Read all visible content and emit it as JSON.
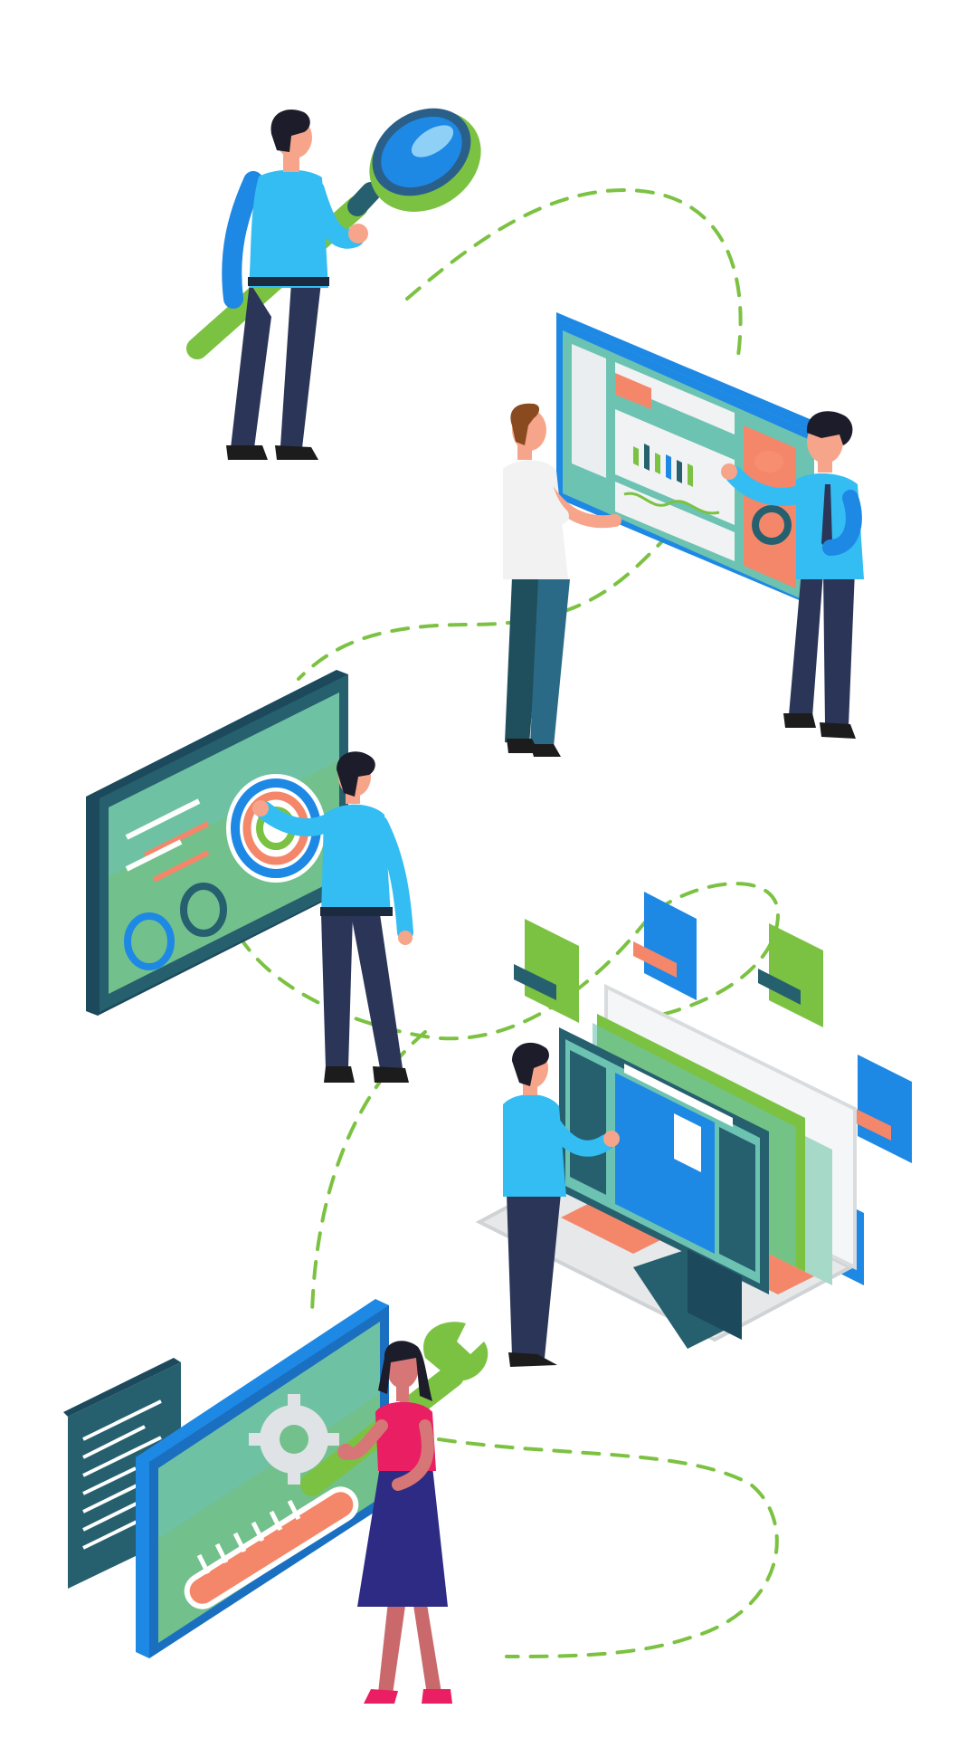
{
  "illustration": {
    "scenes": [
      {
        "name": "research-magnifier"
      },
      {
        "name": "dashboard-discussion"
      },
      {
        "name": "target-analytics"
      },
      {
        "name": "app-layout-design"
      },
      {
        "name": "settings-maintenance"
      }
    ],
    "path_style": "dashed-connector"
  },
  "colors": {
    "background": "#ffffff",
    "path": "#7cc242",
    "accent_green": "#7cc242",
    "accent_blue": "#1e88e5",
    "light_blue": "#33bdf2",
    "teal_dark": "#26606f",
    "navy": "#2a3558",
    "salmon": "#f4876a",
    "pink": "#e91e63",
    "skin": "#f6a58a"
  }
}
